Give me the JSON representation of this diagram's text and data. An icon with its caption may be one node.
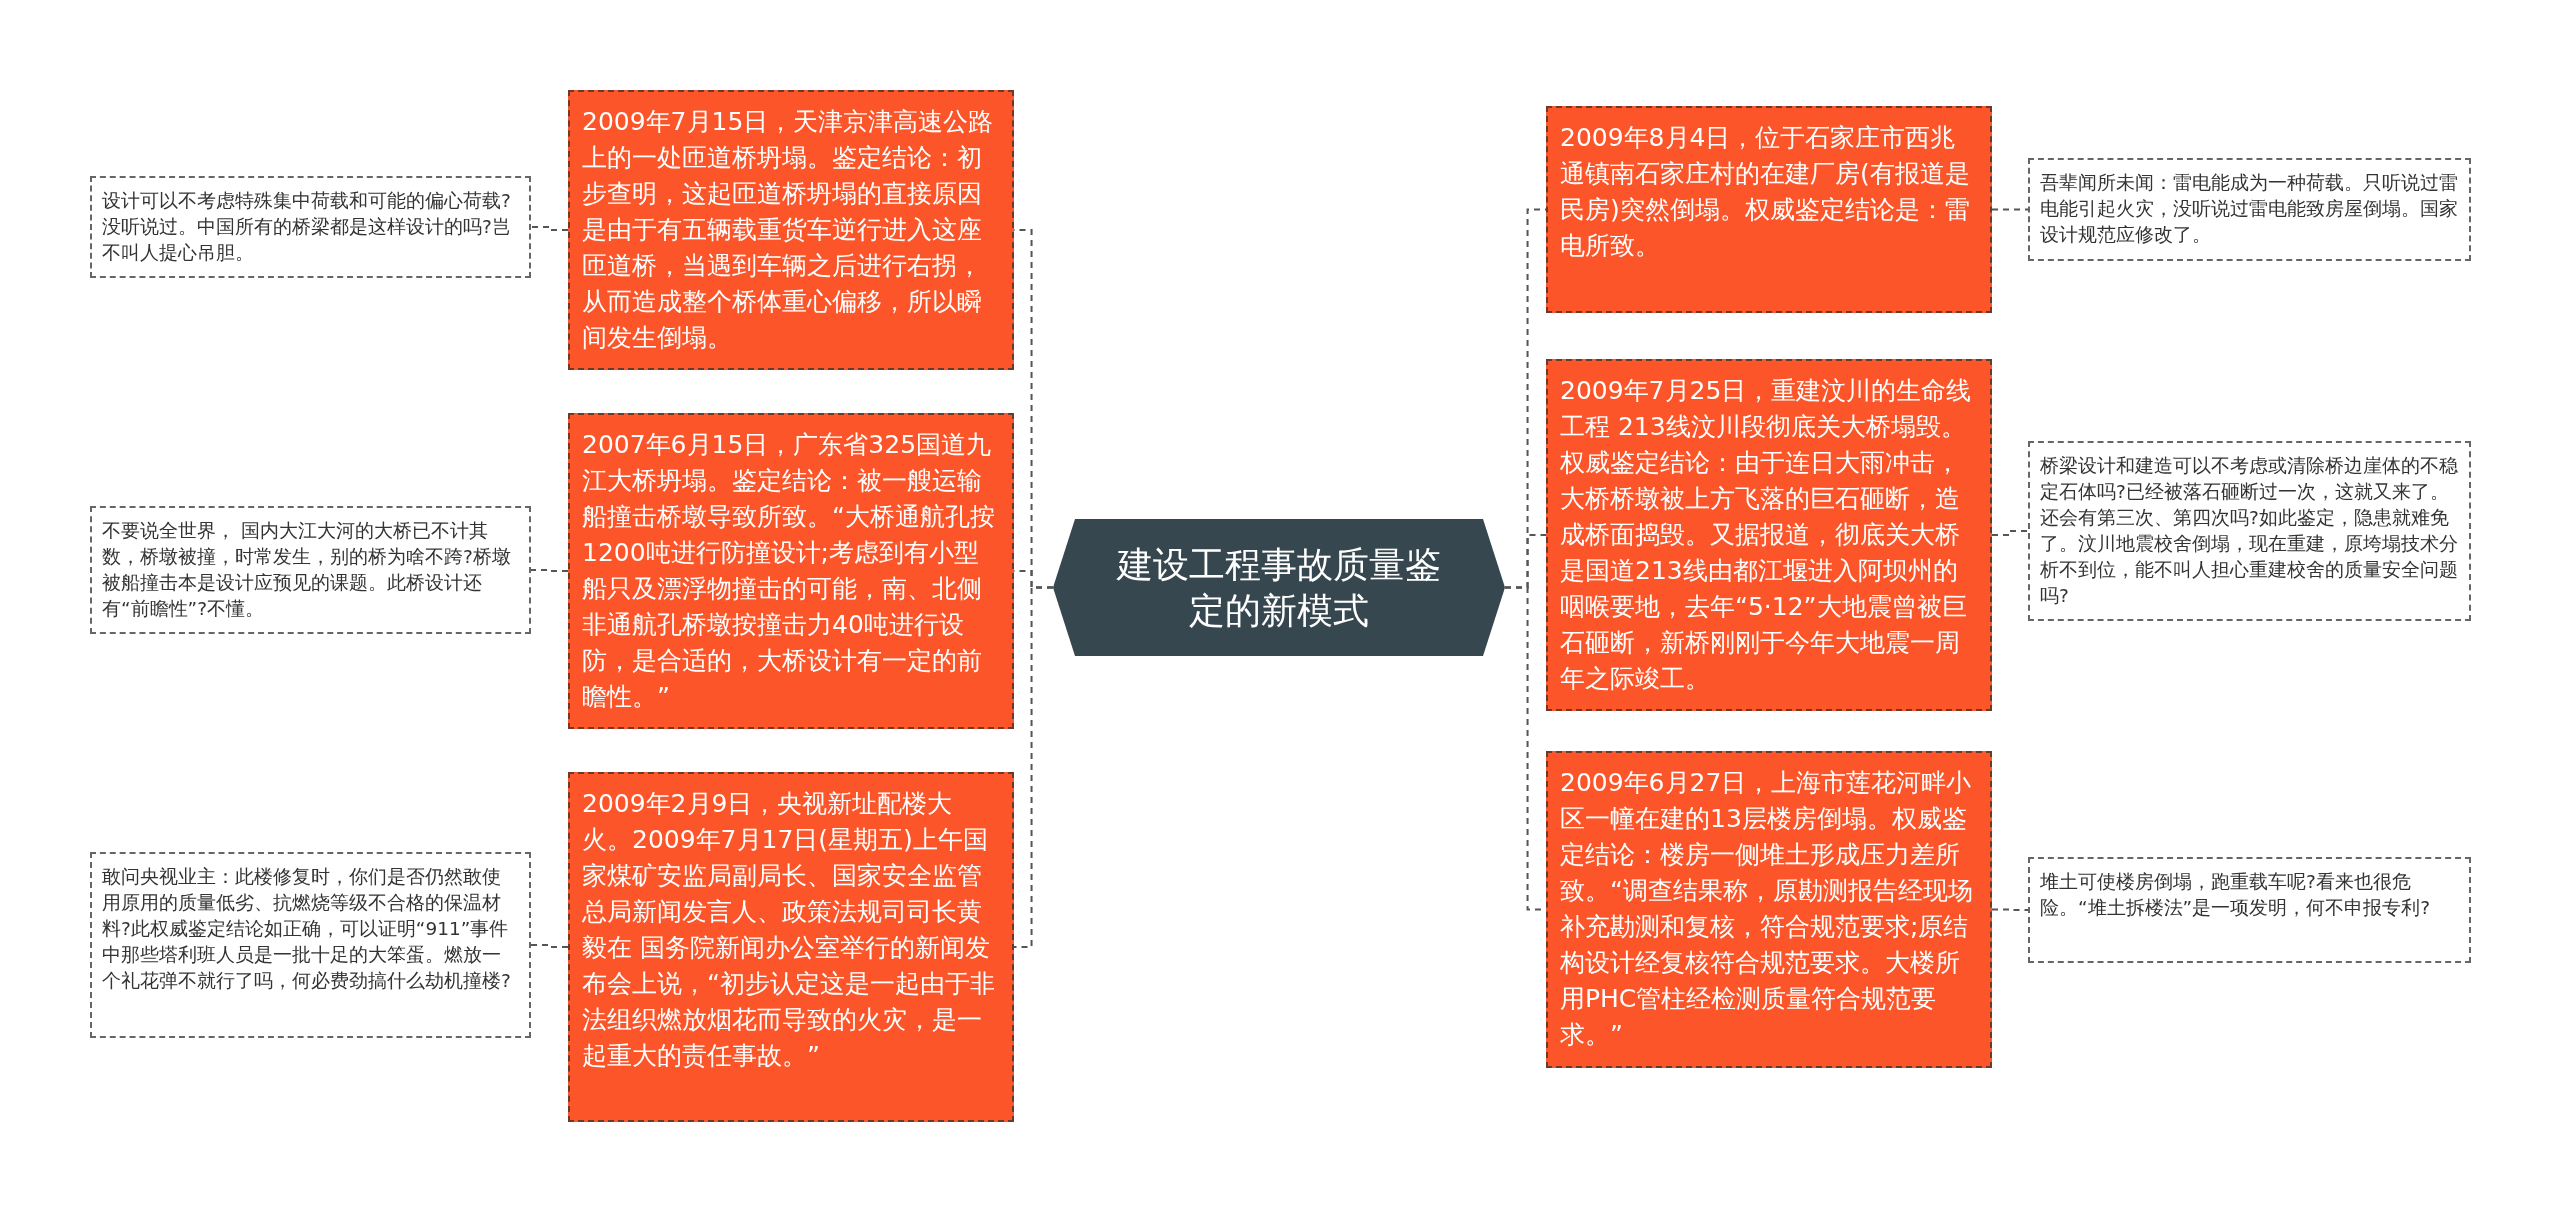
{
  "diagram": {
    "nodes": [
      {
        "text": [
          "建设工程事故质量鉴定的新模式"
        ]
      },
      {
        "text": [
          "2009年7月15日，天津京津高速公路上的一处匝道桥坍塌。鉴定结论：初步查明，这起匝道桥坍塌的直接原因是由于有五辆载重货车逆行进入这座匝道桥，当遇到车辆之后进行右拐，从而造成整个桥体重心偏移，所以瞬间发生倒塌。"
        ]
      },
      {
        "text": [
          "2007年6月15日，广东省325国道九江大桥坍塌。鉴定结论：被一艘运输船撞击桥墩导致所致。“大桥通航孔按1200吨进行防撞设计;考虑到有小型船只及漂浮物撞击的可能，南、北侧非通航孔桥墩按撞击力40吨进行设防，是合适的，大桥设计有一定的前瞻性。”"
        ]
      },
      {
        "text": [
          "2009年2月9日，央视新址配楼大火。2009年7月17日(星期五)上午国家煤矿安监局副局长、国家安全监管总局新闻发言人、政策法规司司长黄毅在 国务院新闻办公室举行的新闻发布会上说，“初步认定这是一起由于非法组织燃放烟花而导致的火灾，是一起重大的责任事故。”"
        ]
      },
      {
        "text": [
          "设计可以不考虑特殊集中荷载和可能的偏心荷载?没听说过。中国所有的桥梁都是这样设计的吗?岂不叫人提心吊胆。"
        ]
      },
      {
        "text": [
          "不要说全世界， 国内大江大河的大桥已不计其数，桥墩被撞，时常发生，别的桥为啥不跨?桥墩被船撞击本是设计应预见的课题。此桥设计还有“前瞻性”?不懂。"
        ]
      },
      {
        "text": [
          "敢问央视业主：此楼修复时，你们是否仍然敢使用原用的质量低劣、抗燃烧等级不合格的保温材料?此权威鉴定结论如正确，可以证明“911”事件中那些塔利班人员是一批十足的大笨蛋。燃放一个礼花弹不就行了吗，何必费劲搞什么劫机撞楼?"
        ]
      },
      {
        "text": [
          "2009年8月4日，位于石家庄市西兆通镇南石家庄村的在建厂房(有报道是民房)突然倒塌。权威鉴定结论是：雷电所致。"
        ]
      },
      {
        "text": [
          "2009年7月25日，重建汶川的生命线工程 213线汶川段彻底关大桥塌毁。权威鉴定结论：由于连日大雨冲击，大桥桥墩被上方飞落的巨石砸断，造成桥面捣毁。又据报道，彻底关大桥是国道213线由都江堰进入阿坝州的咽喉要地，去年“5·12”大地震曾被巨石砸断，新桥刚刚于今年大地震一周年之际竣工。"
        ]
      },
      {
        "text": [
          "2009年6月27日，上海市莲花河畔小区一幢在建的13层楼房倒塌。权威鉴定结论：楼房一侧堆土形成压力差所致。“调查结果称，原勘测报告经现场补充勘测和复核，符合规范要求;原结构设计经复核符合规范要求。大楼所用PHC管柱经检测质量符合规范要求。”"
        ]
      },
      {
        "text": [
          "吾辈闻所未闻：雷电能成为一种荷载。只听说过雷电能引起火灾，没听说过雷电能致房屋倒塌。国家设计规范应修改了。"
        ]
      },
      {
        "text": [
          "桥梁设计和建造可以不考虑或清除桥边崖体的不稳定石体吗?已经被落石砸断过一次，这就又来了。还会有第三次、第四次吗?如此鉴定，隐患就难免了。汶川地震校舍倒塌，现在重建，原垮塌技术分析不到位，能不叫人担心重建校舍的质量安全问题吗?"
        ]
      },
      {
        "text": [
          "堆土可使楼房倒塌，跑重载车呢?看来也很危险。“堆土拆楼法”是一项发明，何不申报专利?"
        ]
      }
    ],
    "edges": [
      {
        "from": 0,
        "to": 1,
        "arrow": "none"
      },
      {
        "from": 0,
        "to": 2,
        "arrow": "none"
      },
      {
        "from": 0,
        "to": 3,
        "arrow": "none"
      },
      {
        "from": 1,
        "to": 4,
        "arrow": "none"
      },
      {
        "from": 2,
        "to": 5,
        "arrow": "none"
      },
      {
        "from": 3,
        "to": 6,
        "arrow": "none"
      },
      {
        "from": 0,
        "to": 7,
        "arrow": "none"
      },
      {
        "from": 0,
        "to": 8,
        "arrow": "none"
      },
      {
        "from": 0,
        "to": 9,
        "arrow": "none"
      },
      {
        "from": 7,
        "to": 10,
        "arrow": "none"
      },
      {
        "from": 8,
        "to": 11,
        "arrow": "none"
      },
      {
        "from": 9,
        "to": 12,
        "arrow": "none"
      }
    ]
  }
}
